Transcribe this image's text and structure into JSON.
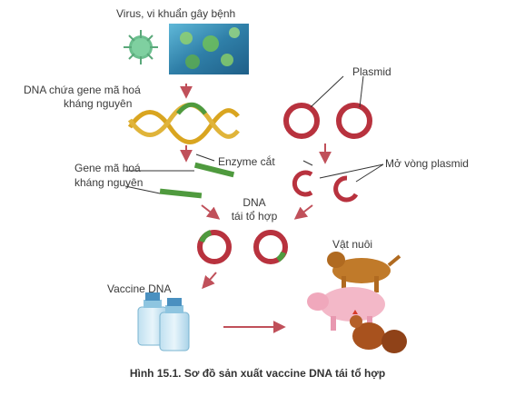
{
  "labels": {
    "virus": "Virus, vi khuẩn gây bệnh",
    "dna_gene_line1": "DNA chứa gene mã hoá",
    "dna_gene_line2": "kháng nguyên",
    "plasmid": "Plasmid",
    "enzyme": "Enzyme cắt",
    "gene_line1": "Gene mã hoá",
    "gene_line2": "kháng nguyên",
    "open_plasmid": "Mở vòng plasmid",
    "recomb_line1": "DNA",
    "recomb_line2": "tái tổ hợp",
    "livestock": "Vật nuôi",
    "vaccine": "Vaccine DNA"
  },
  "caption": "Hình 15.1. Sơ đồ sản xuất vaccine DNA tái tổ hợp",
  "colors": {
    "arrow": "#c0505a",
    "plasmid": "#b8323e",
    "gene_green": "#4f9a3e",
    "dna_yellow": "#d9a520",
    "microscope_bg": "#3d8fb8",
    "pointer_line": "#333333"
  },
  "icons": [
    "virus-icon",
    "microscope-image-icon",
    "dna-helix-icon",
    "plasmid-icon",
    "vaccine-bottle-icon",
    "dog-icon",
    "pig-icon",
    "chicken-icon"
  ]
}
